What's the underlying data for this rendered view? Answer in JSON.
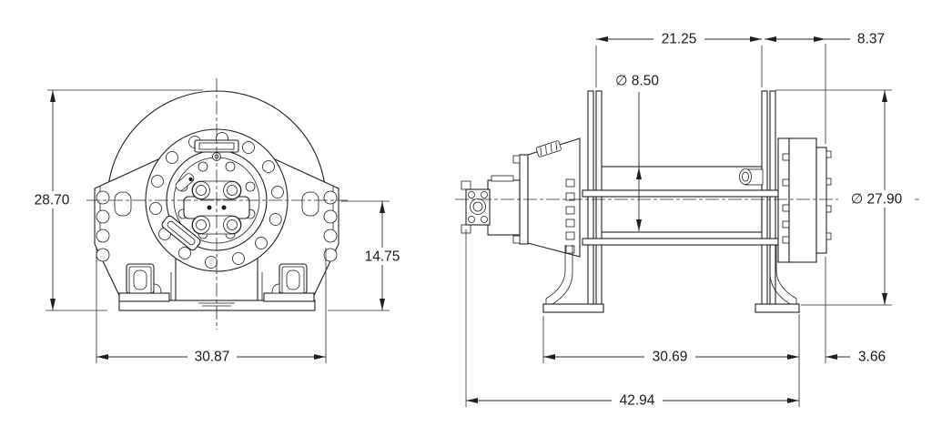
{
  "drawing": {
    "dims": {
      "front": {
        "overall_height": "28.70",
        "centerline_height": "14.75",
        "overall_width": "30.87"
      },
      "side": {
        "drum_length": "21.25",
        "end_offset": "8.37",
        "barrel_diameter": "∅ 8.50",
        "flange_diameter": "∅ 27.90",
        "mount_span": "30.69",
        "rear_offset": "3.66",
        "overall_length": "42.94"
      }
    },
    "colors": {
      "line": "#1f1f1f",
      "background": "#ffffff"
    }
  }
}
